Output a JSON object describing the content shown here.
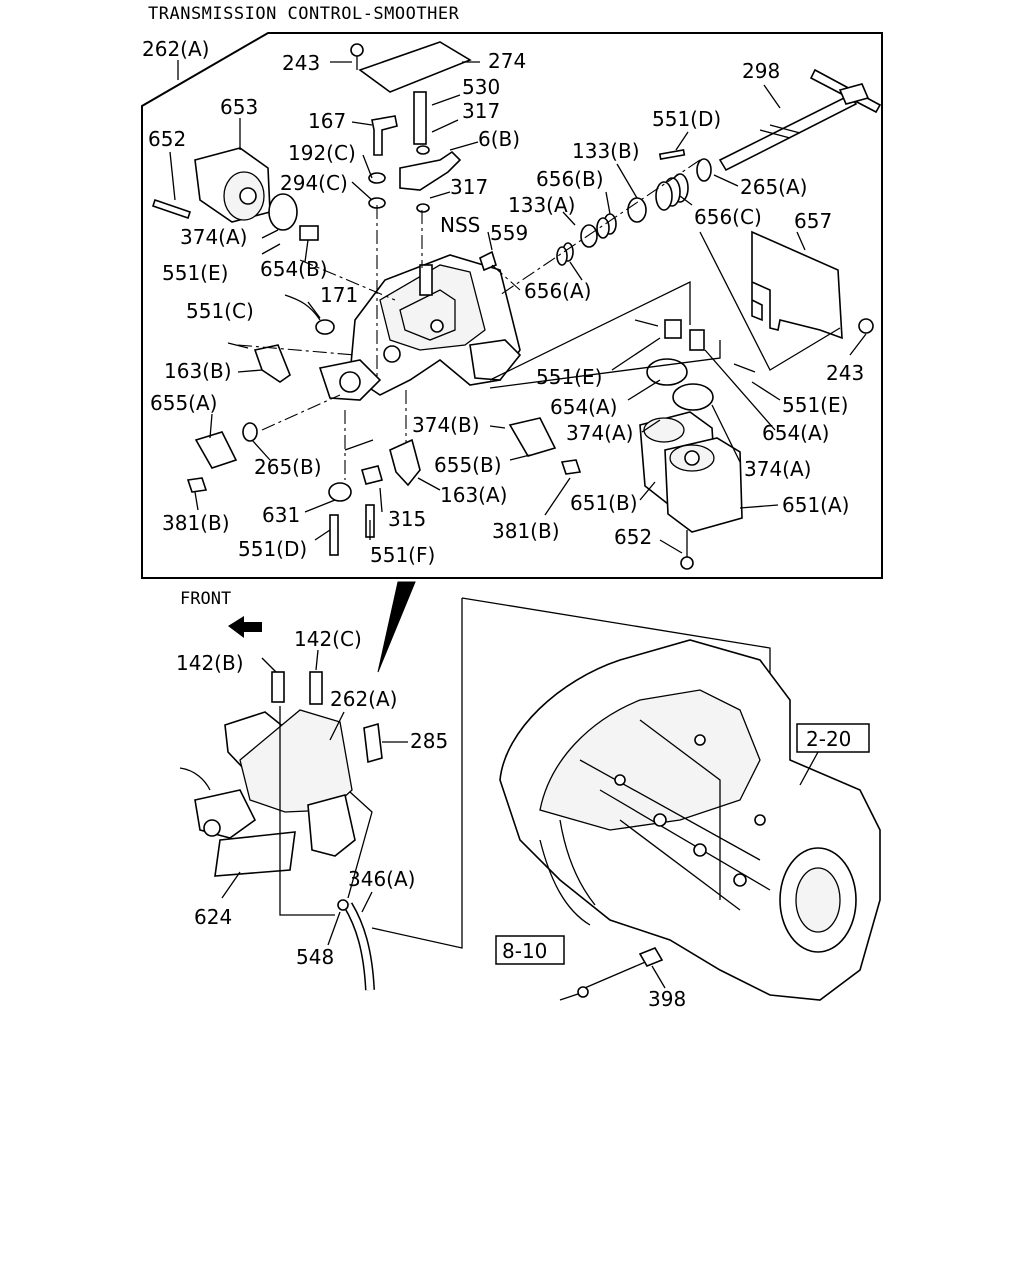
{
  "title": "TRANSMISSION CONTROL-SMOOTHER",
  "front_label": "FRONT",
  "labels": {
    "l262a_top": "262(A)",
    "l243_top": "243",
    "l274": "274",
    "l530": "530",
    "l317_top": "317",
    "l167": "167",
    "l6b": "6(B)",
    "l192c": "192(C)",
    "l294c": "294(C)",
    "l317_mid": "317",
    "l653": "653",
    "l652_top": "652",
    "l374a_left": "374(A)",
    "l551e_left": "551(E)",
    "l654b": "654(B)",
    "l171": "171",
    "l551c": "551(C)",
    "l163b": "163(B)",
    "l655a": "655(A)",
    "l265b": "265(B)",
    "l381b_left": "381(B)",
    "l631": "631",
    "l551d_bottom": "551(D)",
    "l315": "315",
    "l551f": "551(F)",
    "l374b": "374(B)",
    "l655b": "655(B)",
    "l163a": "163(A)",
    "l381b_right": "381(B)",
    "lnss": "NSS",
    "l559": "559",
    "l133a": "133(A)",
    "l656a": "656(A)",
    "l656b": "656(B)",
    "l133b": "133(B)",
    "l551d_top": "551(D)",
    "l298": "298",
    "l265a": "265(A)",
    "l656c": "656(C)",
    "l657": "657",
    "l243_right": "243",
    "l551e_mid": "551(E)",
    "l654a_mid": "654(A)",
    "l374a_mid": "374(A)",
    "l551e_right": "551(E)",
    "l654a_right": "654(A)",
    "l374a_right": "374(A)",
    "l651b": "651(B)",
    "l651a": "651(A)",
    "l652_bottom": "652",
    "l142c": "142(C)",
    "l142b": "142(B)",
    "l262a_bottom": "262(A)",
    "l285": "285",
    "l624": "624",
    "l346a": "346(A)",
    "l548": "548",
    "ref_2_20": "2-20",
    "ref_8_10": "8-10",
    "l398": "398"
  }
}
